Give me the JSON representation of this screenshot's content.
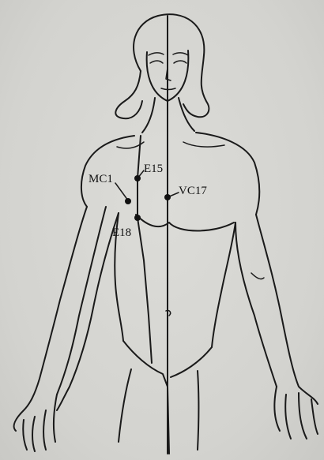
{
  "points": [
    {
      "id": "mc1",
      "label": "MC1"
    },
    {
      "id": "e15",
      "label": "E15"
    },
    {
      "id": "vc17",
      "label": "VC17"
    },
    {
      "id": "e18",
      "label": "E18"
    }
  ],
  "colors": {
    "ink": "#1a1a1a",
    "paper": "#d6d6d2"
  }
}
